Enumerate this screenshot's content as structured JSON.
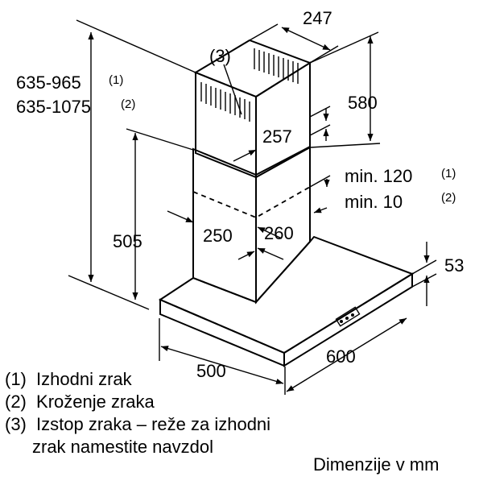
{
  "dimensions": {
    "total_height_1": "635-965",
    "total_height_1_note": "(1)",
    "total_height_2": "635-1075",
    "total_height_2_note": "(2)",
    "chimney_depth": "247",
    "upper_chimney_height": "580",
    "upper_chimney_width": "257",
    "overlap_1": "min. 120",
    "overlap_1_note": "(1)",
    "overlap_2": "min. 10",
    "overlap_2_note": "(2)",
    "lower_chimney_width": "250",
    "lower_chimney_depth": "260",
    "lower_height": "505",
    "canopy_height": "53",
    "canopy_depth": "500",
    "canopy_width": "600",
    "outlet_callout": "(3)"
  },
  "legend": [
    {
      "num": "(1)",
      "text": "Izhodni zrak"
    },
    {
      "num": "(2)",
      "text": "Kroženje zraka"
    },
    {
      "num": "(3)",
      "text": "Izstop zraka – reže za izhodni"
    },
    {
      "num": "",
      "text": "zrak namestite navzdol"
    }
  ],
  "footer": "Dimenzije v mm"
}
